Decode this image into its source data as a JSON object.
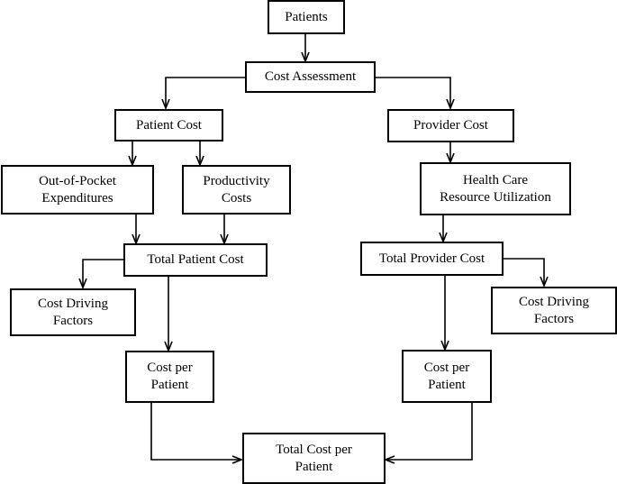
{
  "nodes": {
    "patients": "Patients",
    "cost_assessment": "Cost Assessment",
    "patient_cost": "Patient Cost",
    "provider_cost": "Provider Cost",
    "out_of_pocket": "Out-of-Pocket\nExpenditures",
    "productivity": "Productivity\nCosts",
    "health_care": "Health Care\nResource Utilization",
    "total_patient_cost": "Total Patient Cost",
    "total_provider_cost": "Total Provider Cost",
    "cost_driving_left": "Cost Driving\nFactors",
    "cost_driving_right": "Cost Driving\nFactors",
    "cost_per_patient_left": "Cost per\nPatient",
    "cost_per_patient_right": "Cost per\nPatient",
    "total_cost_per_patient": "Total Cost per\nPatient"
  },
  "edges": [
    {
      "from": "patients",
      "to": "cost_assessment"
    },
    {
      "from": "cost_assessment",
      "to": "patient_cost"
    },
    {
      "from": "cost_assessment",
      "to": "provider_cost"
    },
    {
      "from": "patient_cost",
      "to": "out_of_pocket"
    },
    {
      "from": "patient_cost",
      "to": "productivity"
    },
    {
      "from": "out_of_pocket",
      "to": "total_patient_cost"
    },
    {
      "from": "productivity",
      "to": "total_patient_cost"
    },
    {
      "from": "total_patient_cost",
      "to": "cost_driving_left"
    },
    {
      "from": "total_patient_cost",
      "to": "cost_per_patient_left"
    },
    {
      "from": "provider_cost",
      "to": "health_care"
    },
    {
      "from": "health_care",
      "to": "total_provider_cost"
    },
    {
      "from": "total_provider_cost",
      "to": "cost_driving_right"
    },
    {
      "from": "total_provider_cost",
      "to": "cost_per_patient_right"
    },
    {
      "from": "cost_per_patient_left",
      "to": "total_cost_per_patient"
    },
    {
      "from": "cost_per_patient_right",
      "to": "total_cost_per_patient"
    }
  ]
}
